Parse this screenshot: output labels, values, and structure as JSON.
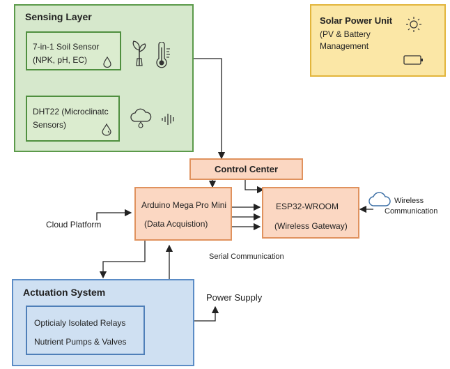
{
  "sensing": {
    "title": "Sensing Layer",
    "soil_sensor": {
      "line1": "7-in-1 Soil Sensor",
      "line2": "(NPK, pH, EC)"
    },
    "dht22": {
      "line1": "DHT22 (Microclinatc",
      "line2": "Sensors)"
    }
  },
  "solar": {
    "title": "Solar Power Unit",
    "line1": "(PV & Battery",
    "line2": "Management"
  },
  "control_center": {
    "label": "Control Center"
  },
  "arduino": {
    "line1": "Arduino Mega Pro Mini",
    "line2": "(Data Acquistion)"
  },
  "esp32": {
    "line1": "ESP32-WROOM",
    "line2": "(Wireless Gateway)"
  },
  "wireless": {
    "line1": "Wireless",
    "line2": "Communication"
  },
  "cloud_platform": {
    "label": "Cloud Platform"
  },
  "serial": {
    "label": "Serial Communication"
  },
  "power_supply": {
    "label": "Power Supply"
  },
  "actuation": {
    "title": "Actuation System",
    "line1": "Opticialy Isolated Relays",
    "line2": "Nutrient Pumps & Valves"
  },
  "icons": [
    "water-drop-icon",
    "plant-sprout-icon",
    "thermometer-icon",
    "cloud-rain-icon",
    "sound-waves-icon",
    "sun-icon",
    "battery-icon",
    "cloud-icon"
  ]
}
